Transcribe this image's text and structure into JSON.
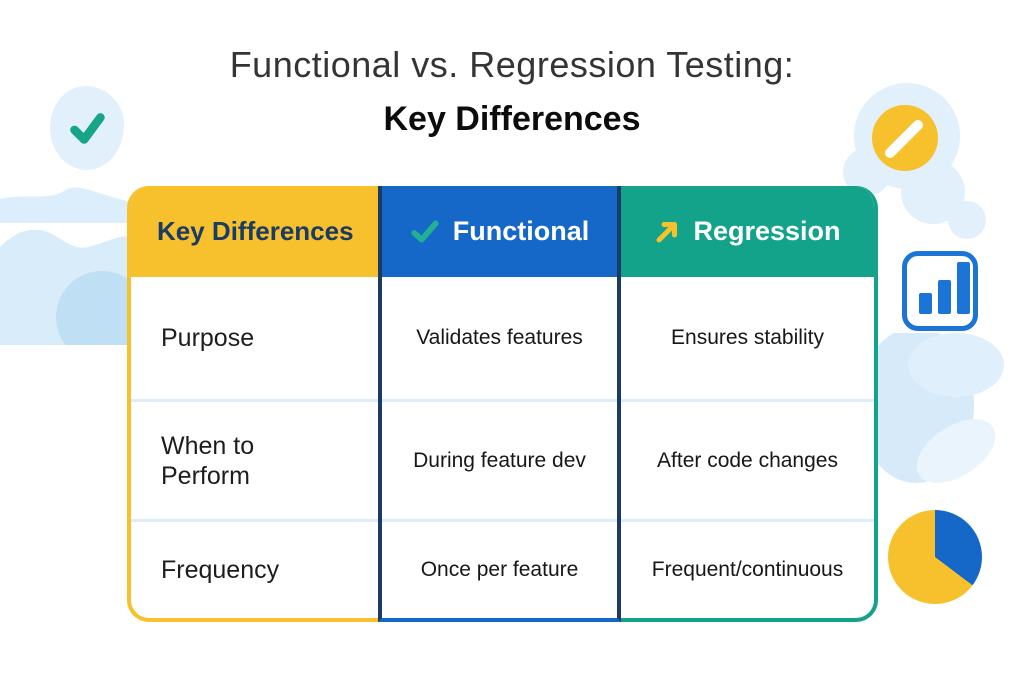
{
  "title": {
    "line1": "Functional vs. Regression Testing:",
    "line2": "Key Differences"
  },
  "table": {
    "columns": [
      {
        "header": "Key Differences",
        "icon": null,
        "header_bg": "#F6C12C",
        "header_text": "#1B3A64",
        "border": "#F6C12C"
      },
      {
        "header": "Functional",
        "icon": "check-icon",
        "header_bg": "#1568C8",
        "header_text": "#FFFFFF",
        "border": "#1568C8"
      },
      {
        "header": "Regression",
        "icon": "arrow-up-right-icon",
        "header_bg": "#12A38A",
        "header_text": "#FFFFFF",
        "border": "#12A38A"
      }
    ],
    "rows": [
      {
        "label": "Purpose",
        "functional": "Validates features",
        "regression": "Ensures stability"
      },
      {
        "label": "When to\nPerform",
        "functional": "During feature dev",
        "regression": "After code changes"
      },
      {
        "label": "Frequency",
        "functional": "Once per feature",
        "regression": "Frequent/continuous"
      }
    ]
  },
  "decorations": {
    "top_left": "checkmark-badge",
    "top_right": "pencil-badge",
    "right": "bar-chart-icon",
    "bottom_right": "pie-chart",
    "left": "cloud-blobs"
  },
  "colors": {
    "yellow": "#F6C12C",
    "blue": "#1568C8",
    "teal": "#12A38A",
    "navy_divider": "#1B3A64",
    "row_divider": "#DCEDF9",
    "light_blue_blob": "#E2F0FB",
    "blob_shade": "#BFDFF5",
    "check_green": "#19A98C",
    "icon_blue": "#1B74D6",
    "pie_blue": "#1568C8",
    "pie_yellow": "#F6C12C"
  }
}
